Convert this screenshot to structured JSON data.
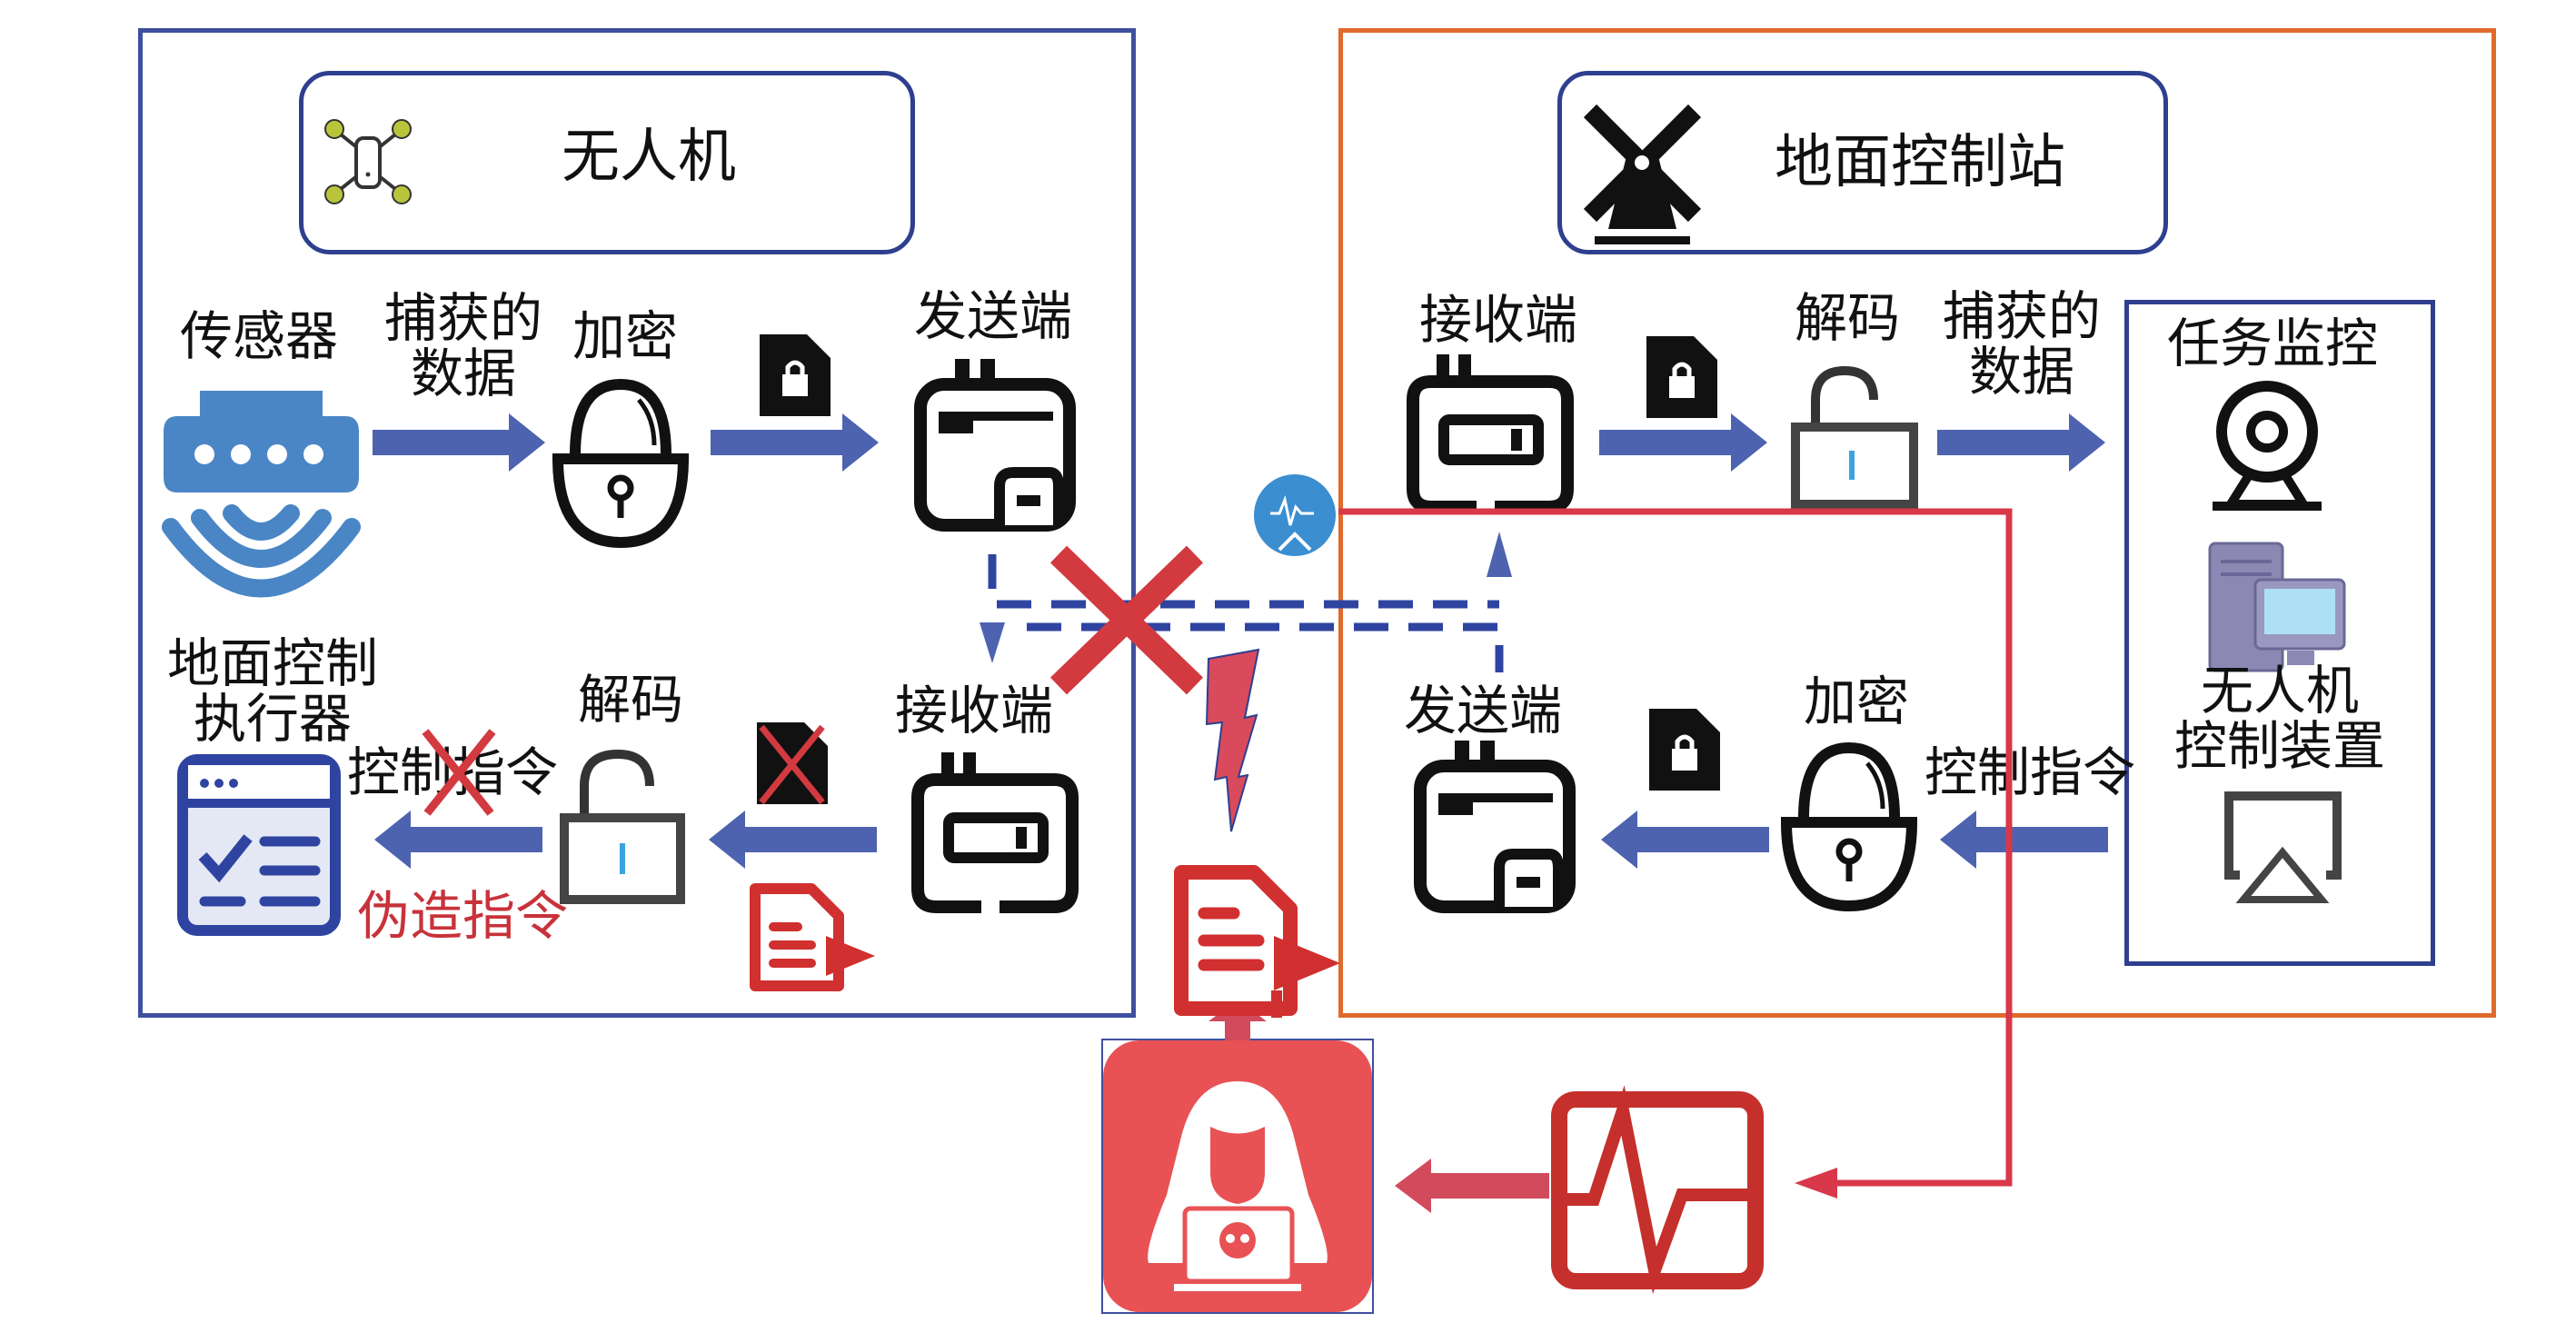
{
  "uav": {
    "title": "无人机",
    "sensor_label": "传感器",
    "captured_data_label_1": "捕获的",
    "captured_data_label_2": "数据",
    "encrypt_label": "加密",
    "sender_label": "发送端",
    "receiver_label": "接收端",
    "decode_label": "解码",
    "executor_label_1": "地面控制",
    "executor_label_2": "执行器",
    "control_command_label": "控制指令",
    "forged_command_label": "伪造指令"
  },
  "ground_station": {
    "title": "地面控制站",
    "receiver_label": "接收端",
    "decode_label": "解码",
    "captured_data_label_1": "捕获的",
    "captured_data_label_2": "数据",
    "mission_monitor_label": "任务监控",
    "uav_control_label_1": "无人机",
    "uav_control_label_2": "控制装置",
    "control_command_label": "控制指令",
    "encrypt_label": "加密",
    "sender_label": "发送端"
  },
  "colors": {
    "uav_border": "#3e4fa0",
    "station_border": "#e06a2c",
    "arrow_blue": "#4d63b0",
    "attack_red": "#d23a40",
    "hacker_red": "#e85255",
    "sensor_blue": "#4a86c5"
  },
  "icons": {
    "drone": "drone-icon",
    "windmill": "windmill-icon",
    "sensor": "sensor-icon",
    "lock_closed": "lock-closed-icon",
    "lock_open": "lock-open-icon",
    "sim_packet": "encrypted-packet-icon",
    "radio": "radio-device-icon",
    "webcam": "webcam-icon",
    "computer": "computer-icon",
    "airplay": "airplay-icon",
    "executor": "checklist-window-icon",
    "forged_doc": "forged-document-icon",
    "hacker": "hacker-icon",
    "waveform": "signal-monitor-icon",
    "jamming": "lightning-icon",
    "blocked": "cross-icon",
    "eavesdrop_node": "signal-node-icon"
  }
}
